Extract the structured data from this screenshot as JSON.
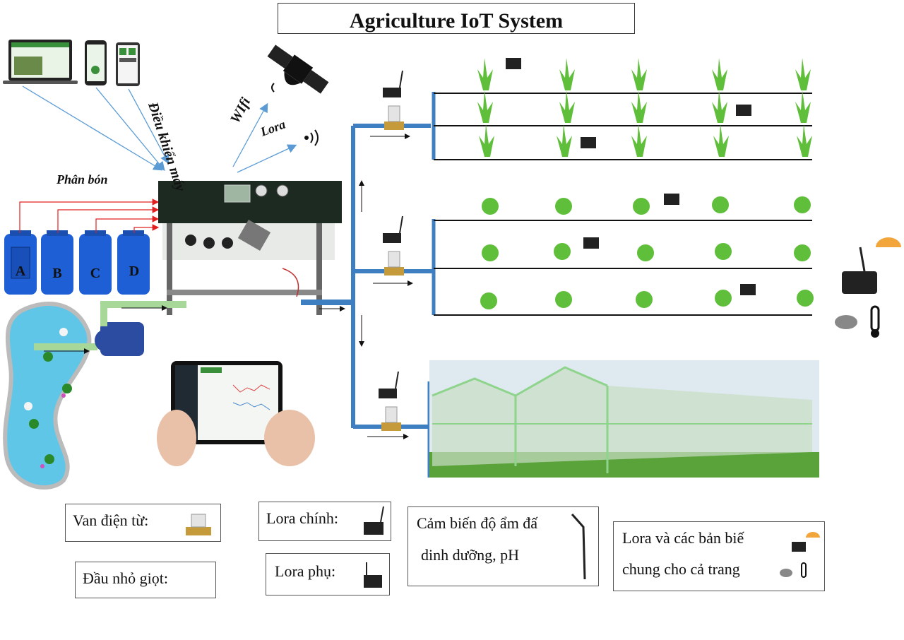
{
  "title": "Agriculture IoT System",
  "labels": {
    "control": "Điều khiển máy",
    "wifi": "WIfi",
    "lora": "Lora",
    "fertilizer": "Phân bón"
  },
  "tanks": [
    "A",
    "B",
    "C",
    "D"
  ],
  "legend": {
    "valve": "Van điện từ:",
    "drip": "Đầu nhỏ giọt:",
    "lora_main": "Lora chính:",
    "lora_sub": "Lora phụ:",
    "sensor_line1": "Cảm biến độ ẩm đấ",
    "sensor_line2": "dinh dưỡng, pH",
    "station_line1": "Lora và các bản biế",
    "station_line2": "chung cho cả trang"
  },
  "colors": {
    "pipe": "#3d7fc1",
    "arrow_blue": "#5b9bd5",
    "arrow_red": "#e02020",
    "tank": "#1f5fd6",
    "plant": "#5fbf3a",
    "pond": "#5fc6e8"
  }
}
